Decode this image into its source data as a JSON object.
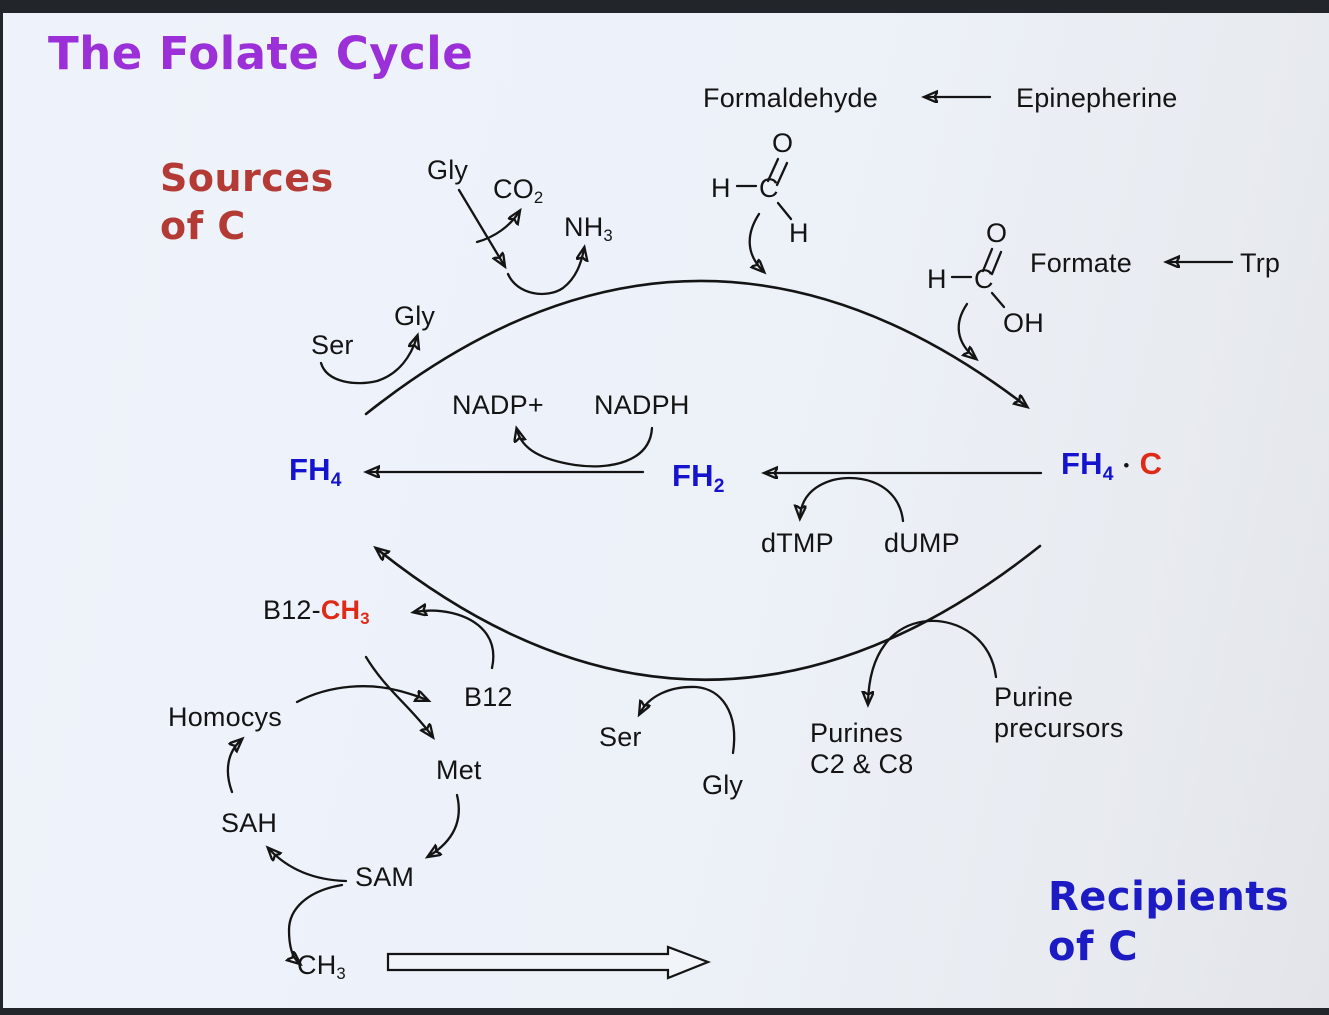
{
  "title": "The Folate Cycle",
  "annotations": {
    "sources_line1": "Sources",
    "sources_line2": "of C",
    "recipients_line1": "Recipients",
    "recipients_line2": "of C"
  },
  "external_inputs": {
    "formaldehyde": "Formaldehyde",
    "epinepherine": "Epinepherine",
    "formate": "Formate",
    "trp": "Trp"
  },
  "structures": {
    "formaldehyde": {
      "o": "O",
      "h1": "H",
      "c": "C",
      "h2": "H"
    },
    "formate": {
      "o": "O",
      "h": "H",
      "c": "C",
      "oh": "OH"
    }
  },
  "metabolites": {
    "gly_top": "Gly",
    "co2_base": "CO",
    "co2_sub": "2",
    "nh3_base": "NH",
    "nh3_sub": "3",
    "ser_top": "Ser",
    "gly_mid": "Gly",
    "nadp": "NADP+",
    "nadph": "NADPH",
    "fh4_base": "FH",
    "fh4_sub": "4",
    "fh2_base": "FH",
    "fh2_sub": "2",
    "fh4c_base": "FH",
    "fh4c_sub": "4",
    "fh4c_dot": "•",
    "fh4c_c": "C",
    "dtmp": "dTMP",
    "dump": "dUMP",
    "b12ch3_prefix": "B12-",
    "b12ch3_base": "CH",
    "b12ch3_sub": "3",
    "b12": "B12",
    "homocys": "Homocys",
    "met": "Met",
    "sah": "SAH",
    "sam": "SAM",
    "ch3_base": "CH",
    "ch3_sub": "3",
    "ser_bottom": "Ser",
    "gly_bottom": "Gly",
    "purines_line1": "Purines",
    "purines_line2": "C2 & C8",
    "purine_precursors_line1": "Purine",
    "purine_precursors_line2": "precursors"
  },
  "colors": {
    "title_purple": "#9b30d8",
    "sources_red": "#b43b35",
    "recipients_blue": "#1d1cc4",
    "fh_blue": "#1414cf",
    "carbon_red": "#de2a17",
    "ink": "#141414",
    "background": "#edf2f9"
  }
}
